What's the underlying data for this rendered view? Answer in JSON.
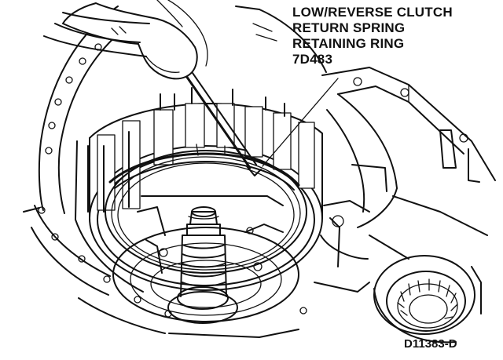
{
  "callout": {
    "lines": [
      "LOW/REVERSE CLUTCH",
      "RETURN SPRING",
      "RETAINING RING",
      "7D483"
    ]
  },
  "figure_id": "D11383-D",
  "icons": {
    "hand": "hand-holding-tool-icon",
    "screwdriver": "screwdriver-icon",
    "retaining_ring": "retaining-ring-icon",
    "transmission_case": "transmission-case-icon",
    "bearing": "bearing-icon"
  },
  "colors": {
    "ink": "#111111",
    "paper": "#ffffff"
  }
}
